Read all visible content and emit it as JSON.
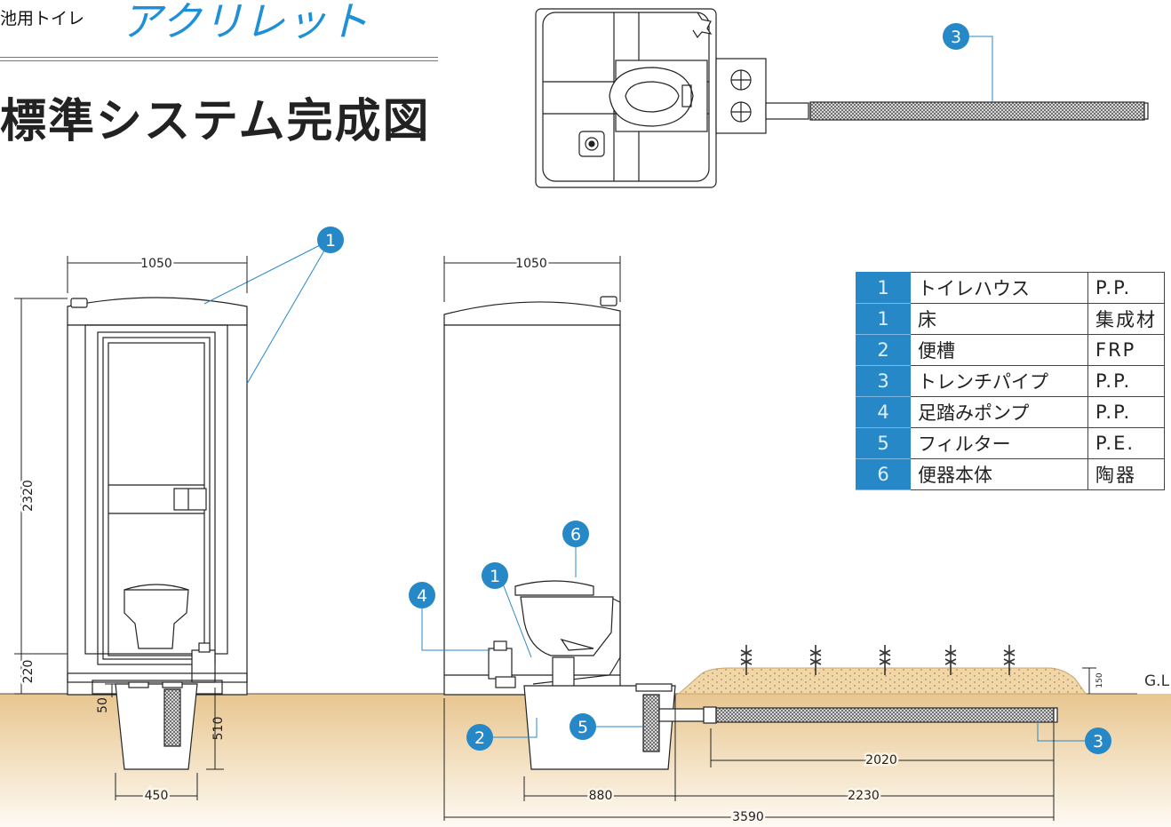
{
  "header": {
    "prefix": "池用トイレ",
    "brand": "アクリレット",
    "title": "標準システム完成図"
  },
  "legend": [
    {
      "num": "1",
      "name": "トイレハウス",
      "material": "P.P."
    },
    {
      "num": "1",
      "name": "床",
      "material": "集成材"
    },
    {
      "num": "2",
      "name": "便槽",
      "material": "FRP"
    },
    {
      "num": "3",
      "name": "トレンチパイプ",
      "material": "P.P."
    },
    {
      "num": "4",
      "name": "足踏みポンプ",
      "material": "P.P."
    },
    {
      "num": "5",
      "name": "フィルター",
      "material": "P.E."
    },
    {
      "num": "6",
      "name": "便器本体",
      "material": "陶器"
    }
  ],
  "dimensions": {
    "front_width": "1050",
    "side_width": "1050",
    "height": "2320",
    "floor_height": "220",
    "tank_offset": "50",
    "tank_depth": "510",
    "tank_width": "450",
    "tank_side_width": "880",
    "trench_span": "2230",
    "trench_length": "2020",
    "total_length": "3590",
    "mound_height": "150"
  },
  "callouts": {
    "house_front": "1",
    "trench_top": "3",
    "floor": "1",
    "pump": "4",
    "bowl": "6",
    "tank": "2",
    "filter": "5",
    "trench_side": "3"
  },
  "ground_label": "G.L",
  "colors": {
    "accent": "#2788c8",
    "ground_top": "#e8c690",
    "ground_bottom": "#fdf8ee",
    "mound": "#f0d6a6"
  }
}
